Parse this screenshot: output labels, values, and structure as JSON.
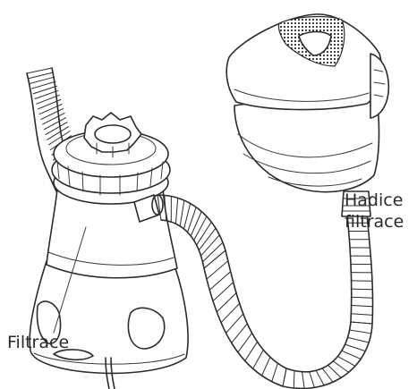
{
  "labels": {
    "hose_line1": "Hadice",
    "hose_line2": "filtrace",
    "filter": "Filtrace"
  },
  "colors": {
    "ink": "#2b2b2b",
    "background": "#ffffff"
  }
}
